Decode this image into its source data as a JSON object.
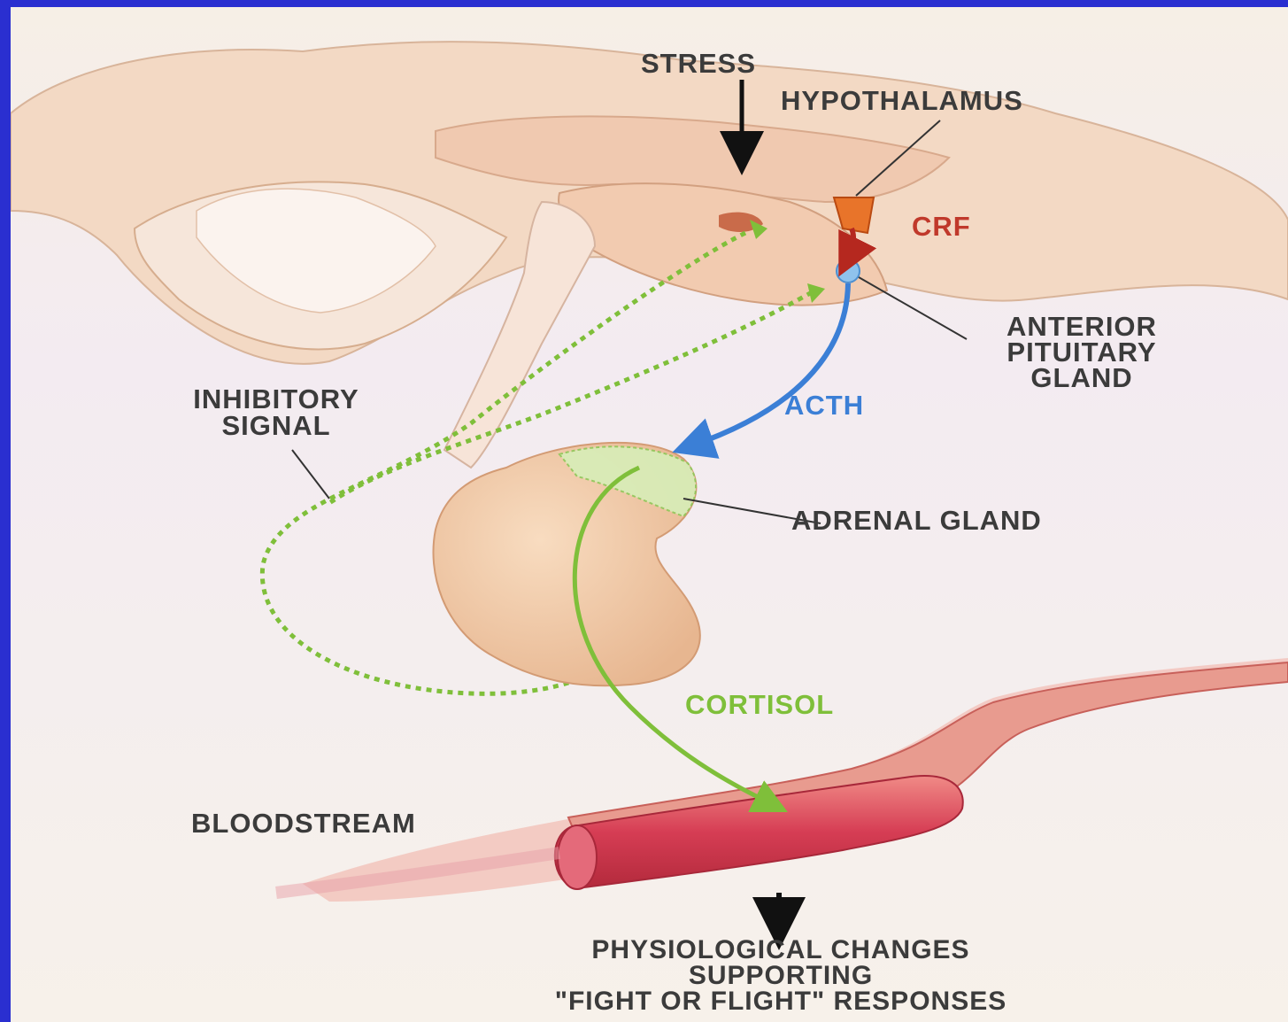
{
  "labels": {
    "stress": "STRESS",
    "hypothalamus": "HYPOTHALAMUS",
    "crf": "CRF",
    "anterior_pituitary": [
      "ANTERIOR",
      "PITUITARY",
      "GLAND"
    ],
    "inhibitory_signal": [
      "INHIBITORY",
      "SIGNAL"
    ],
    "acth": "ACTH",
    "adrenal_gland": "ADRENAL GLAND",
    "cortisol": "CORTISOL",
    "bloodstream": "BLOODSTREAM",
    "outcome": [
      "PHYSIOLOGICAL CHANGES",
      "SUPPORTING",
      "\"FIGHT OR FLIGHT\" RESPONSES"
    ]
  },
  "colors": {
    "border": "#2a2fd0",
    "crf": "#c0392b",
    "acth": "#3b7fd6",
    "cortisol": "#7fbf3a",
    "text": "#3b3b3b",
    "brain": "#f1d2b8",
    "vessel": "#d63d54"
  }
}
